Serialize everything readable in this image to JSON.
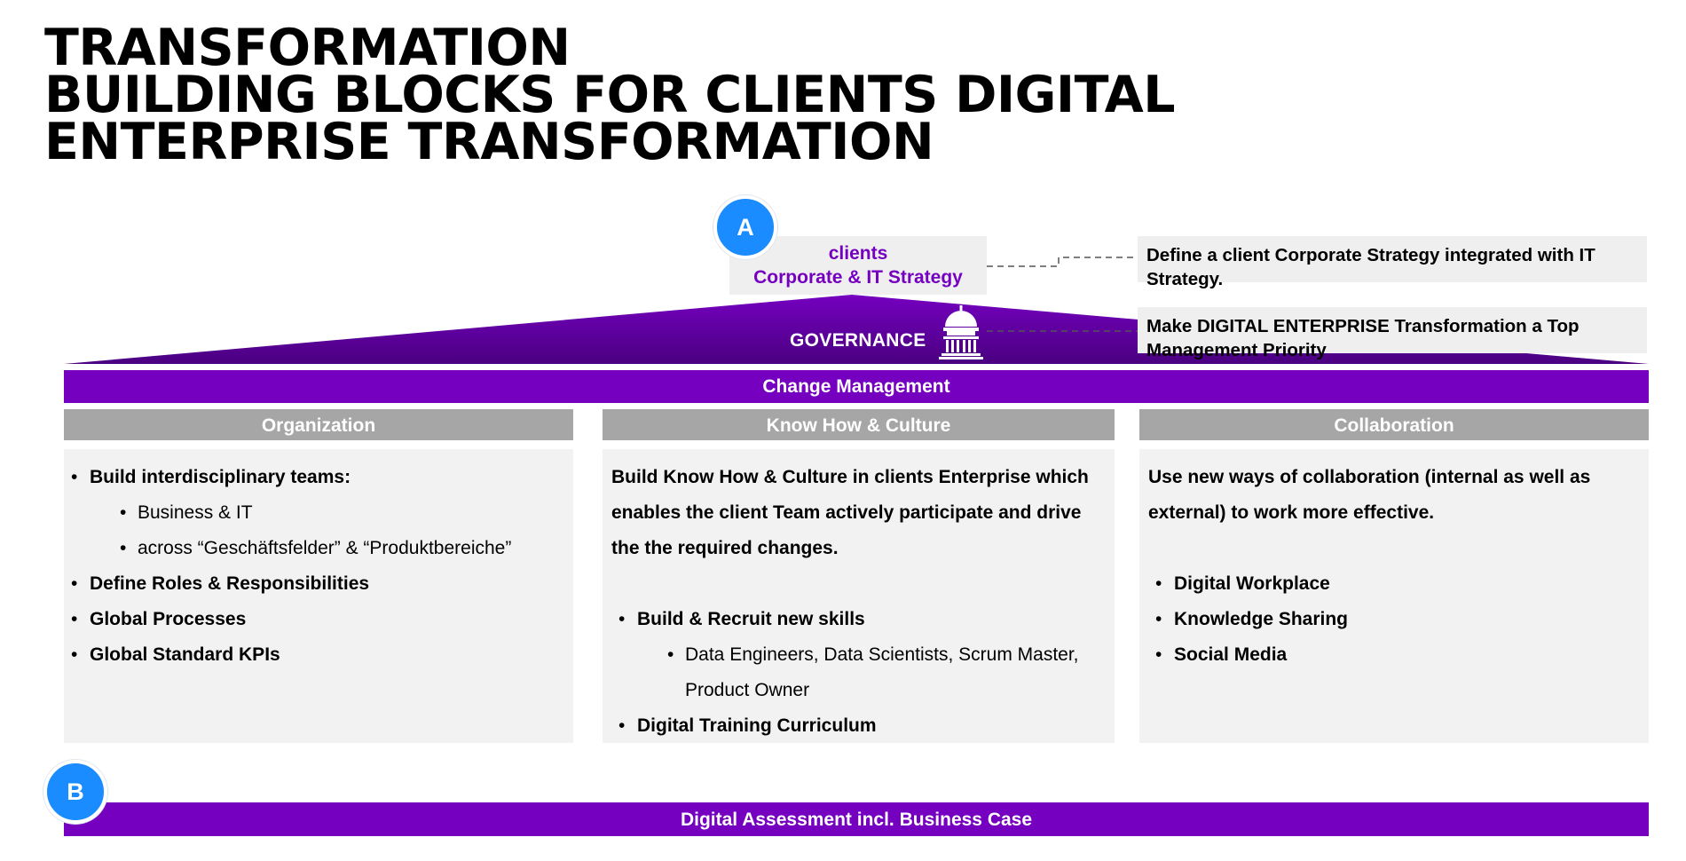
{
  "title": {
    "line1": "TRANSFORMATION",
    "line2": "BUILDING BLOCKS FOR CLIENTS DIGITAL",
    "line3": "ENTERPRISE TRANSFORMATION"
  },
  "markers": {
    "a": "A",
    "b": "B"
  },
  "strategy": {
    "line1": "clients",
    "line2": "Corporate & IT Strategy"
  },
  "notes": [
    "Define a client Corporate Strategy integrated with IT Strategy.",
    "Make DIGITAL ENTERPRISE Transformation a Top Management Priority"
  ],
  "governance": {
    "label": "GOVERNANCE",
    "icon": "capitol-building-icon"
  },
  "change_management": "Change Management",
  "columns": [
    {
      "header": "Organization",
      "items": [
        {
          "text": "Build interdisciplinary teams:",
          "subitems": [
            "Business & IT",
            "across “Geschäftsfelder” & “Produktbereiche”"
          ]
        },
        {
          "text": "Define Roles & Responsibilities"
        },
        {
          "text": "Global Processes"
        },
        {
          "text": "Global Standard KPIs"
        }
      ]
    },
    {
      "header": "Know How & Culture",
      "intro": "Build Know How & Culture in clients Enterprise which enables the client Team actively participate and drive the the required changes.",
      "items": [
        {
          "text": "Build & Recruit new skills",
          "subitems": [
            "Data Engineers, Data Scientists, Scrum Master, Product Owner"
          ]
        },
        {
          "text": "Digital Training Curriculum"
        }
      ]
    },
    {
      "header": "Collaboration",
      "intro": "Use new ways of collaboration (internal as well as external) to work more effective.",
      "items": [
        {
          "text": "Digital Workplace"
        },
        {
          "text": "Knowledge Sharing"
        },
        {
          "text": "Social Media"
        }
      ]
    }
  ],
  "assessment": "Digital Assessment incl. Business Case",
  "colors": {
    "purple": "#7500c0",
    "dark_purple": "#460073",
    "blue": "#1a8cff",
    "grey_header": "#a6a6a6",
    "grey_body": "#f2f2f2"
  }
}
